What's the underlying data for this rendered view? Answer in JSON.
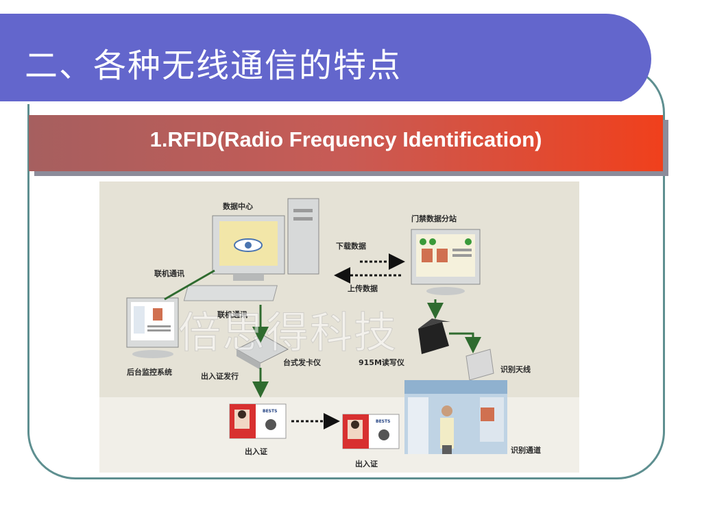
{
  "slide": {
    "title": "二、各种无线通信的特点",
    "subtitle": "1.RFID(Radio Frequency Identification)"
  },
  "diagram": {
    "labels": {
      "data_center": "数据中心",
      "access_substation": "门禁数据分站",
      "download_data": "下载数据",
      "upload_data": "上传数据",
      "online_comm_left": "联机通讯",
      "online_comm_center": "联机通讯",
      "backend_monitor": "后台监控系统",
      "pass_issue": "出入证发行",
      "desktop_card_issuer": "台式发卡仪",
      "reader_915m": "915M读写仪",
      "antenna": "识别天线",
      "pass_left": "出入证",
      "pass_right": "出入证",
      "channel": "识别通道"
    },
    "watermark": "倍思得科技",
    "card_brand": "BESTS"
  },
  "colors": {
    "title_banner": "#6366cc",
    "subtitle_start": "#a65f5f",
    "subtitle_end": "#f0401c",
    "frame_border": "#5e8f90",
    "arrow_green": "#2f6b2f"
  }
}
